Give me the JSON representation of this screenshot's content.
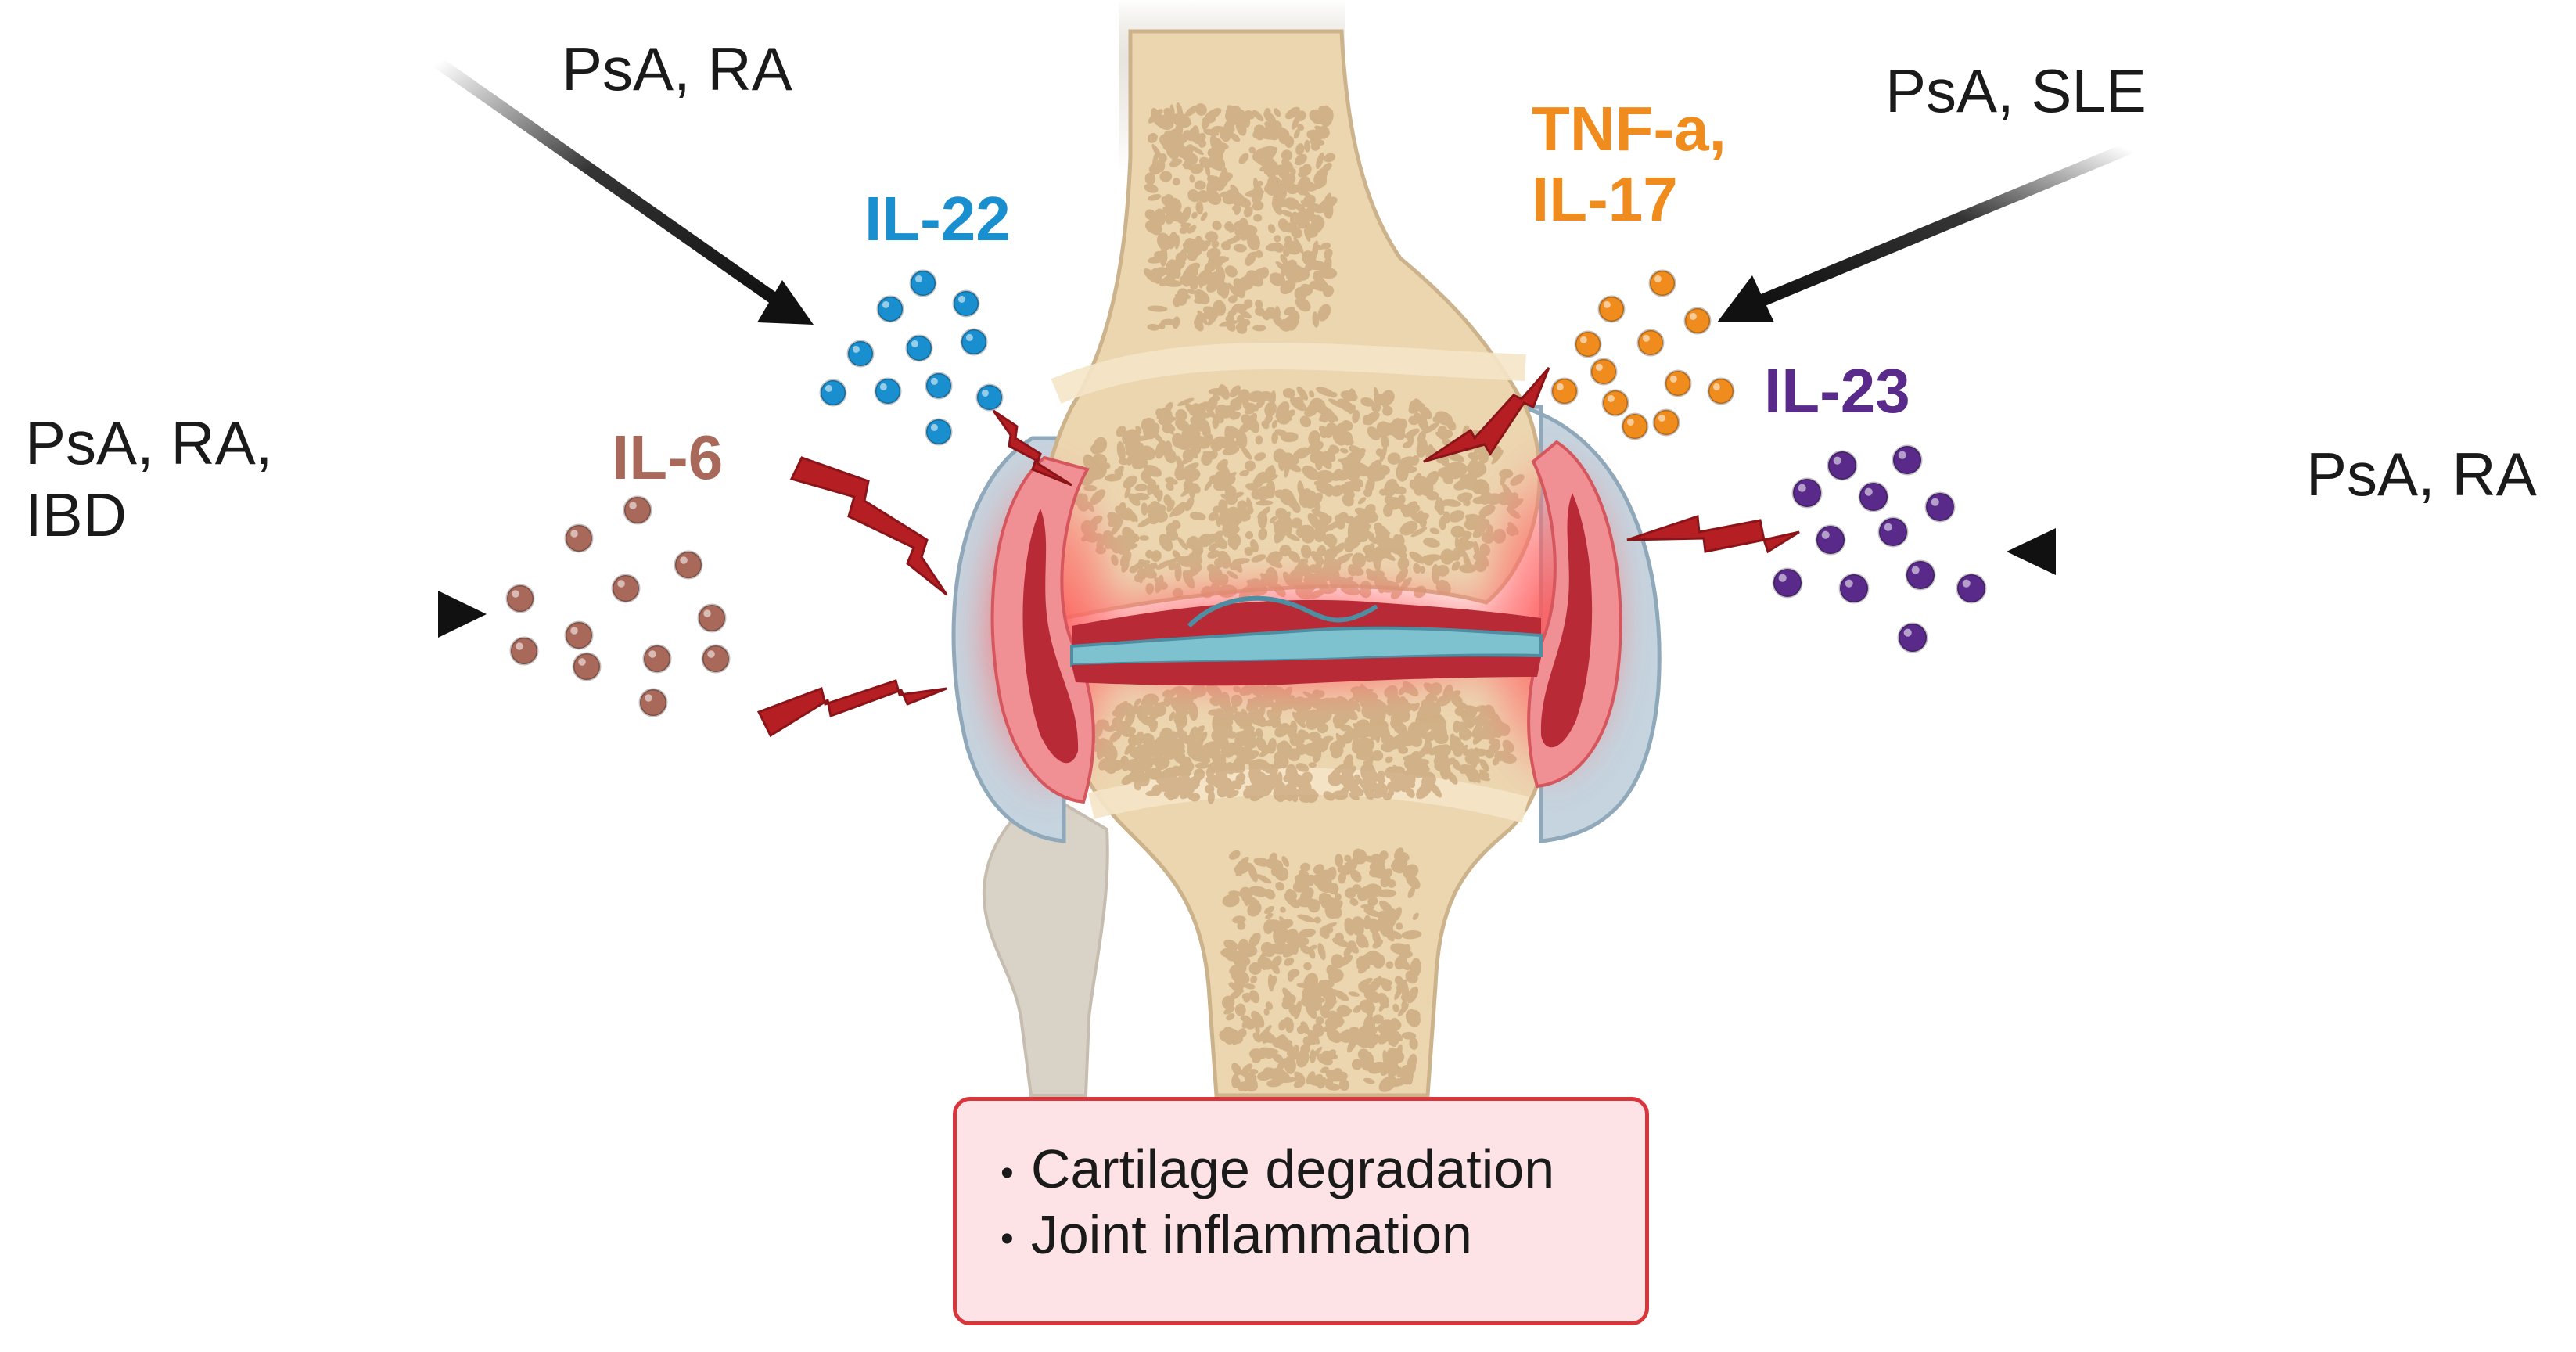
{
  "diseases": {
    "top_left": "PsA, RA",
    "left_line1": "PsA, RA,",
    "left_line2": "IBD",
    "top_right": "PsA, SLE",
    "right": "PsA, RA"
  },
  "cytokines": {
    "il22": {
      "label": "IL-22",
      "color": "#1a8fcf"
    },
    "il6": {
      "label": "IL-6",
      "color": "#a8685a"
    },
    "tnf_line1": {
      "label": "TNF-a,",
      "color": "#f08c1e"
    },
    "tnf_line2": {
      "label": "IL-17",
      "color": "#f08c1e"
    },
    "il23": {
      "label": "IL-23",
      "color": "#5a2a8a"
    }
  },
  "outcomes": {
    "item1": "Cartilage degradation",
    "item2": "Joint inflammation"
  },
  "colors": {
    "bone": "#ecd6b0",
    "bone_pore": "#c9a47a",
    "inflammation": "#e83b3b",
    "capsule": "#c5d4df",
    "synovium": "#b72a36",
    "lightning": "#b51f24",
    "arrow": "#111111"
  }
}
